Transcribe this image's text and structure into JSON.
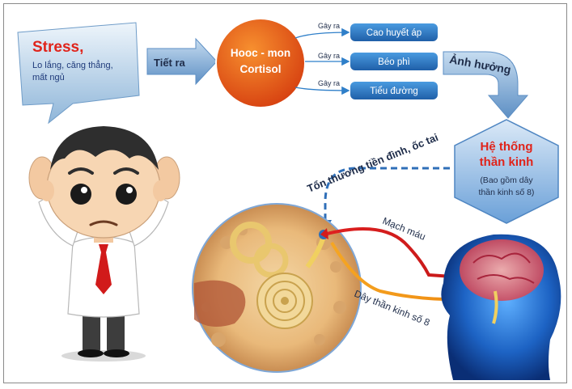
{
  "stress": {
    "title": "Stress,",
    "line1": "Lo lắng, căng thẳng,",
    "line2": "mất ngủ"
  },
  "arrow_secrete": "Tiết ra",
  "hormone": {
    "line1": "Hooc - mon",
    "line2": "Cortisol"
  },
  "causes_label": "Gây ra",
  "effects": [
    "Cao huyết áp",
    "Béo phì",
    "Tiểu đường"
  ],
  "affects_label": "Ảnh hưởng",
  "nervous_system": {
    "title1": "Hệ thống",
    "title2": "thần kinh",
    "note1": "(Bao gồm dây",
    "note2": "thần kinh số 8)"
  },
  "damage_label": "Tổn thương tiền đình, ốc tai",
  "blood_vessel_label": "Mạch máu",
  "nerve8_label": "Dây thần kinh số 8",
  "colors": {
    "stress_red": "#e0241b",
    "blue_text": "#1f3a7a",
    "hormone_orange": "#e8561a",
    "pill_blue": "#2f7fc9",
    "hexagon_blue": "#5a96d6",
    "nervous_red": "#e0241b"
  }
}
